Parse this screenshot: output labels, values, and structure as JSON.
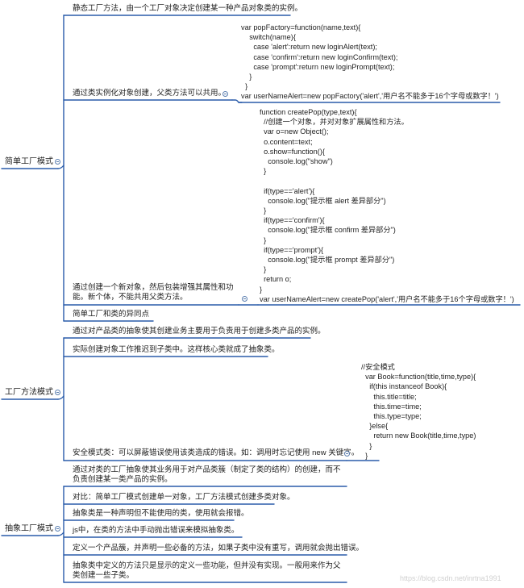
{
  "roots": {
    "simple": "简单工厂模式",
    "method": "工厂方法模式",
    "abstract": "抽象工厂模式"
  },
  "simple": {
    "n1": "静态工厂方法，由一个工厂对象决定创建某一种产品对象类的实例。",
    "n2": "通过类实例化对象创建，父类方法可以共用。",
    "n2_code": "var popFactory=function(name,text){\n    switch(name){\n      case 'alert':return new loginAlert(text);\n      case 'confirm':return new loginConfirm(text);\n      case 'prompt':return new loginPrompt(text);\n    }\n  }\nvar userNameAlert=new popFactory('alert','用户名不能多于16个字母或数字！')",
    "n3": "通过创建一个新对象，然后包装增强其属性和功能。新个体，不能共用父类方法。",
    "n3_code": "function createPop(type,text){\n  //创建一个对象，并对对象扩展属性和方法。\n  var o=new Object();\n  o.content=text;\n  o.show=function(){\n    console.log(\"show\")\n  }\n\n  if(type=='alert'){\n    console.log(\"提示框 alert 差异部分\")\n  }\n  if(type=='confirm'){\n    console.log(\"提示框 confirm 差异部分\")\n  }\n  if(type=='prompt'){\n    console.log(\"提示框 prompt 差异部分\")\n  }\n  return o;\n}\nvar userNameAlert=new createPop('alert','用户名不能多于16个字母或数字！')",
    "n4": "简单工厂和类的异同点"
  },
  "method": {
    "n1": "通过对产品类的抽象使其创建业务主要用于负责用于创建多类产品的实例。",
    "n2": "实际创建对象工作推迟到子类中。这样核心类就成了抽象类。",
    "n3": "安全模式类：可以屏蔽错误使用该类造成的错误。如：调用时忘记使用 new 关键字。",
    "n3_code": "//安全模式\n  var Book=function(title,time,type){\n    if(this instanceof Book){\n      this.title=title;\n      this.time=time;\n      this.type=type;\n    }else{\n      return new Book(title,time,type)\n    }\n  }"
  },
  "abstract": {
    "n1": "通过对类的工厂抽象使其业务用于对产品类簇（制定了类的结构）的创建，而不负责创建某一类产品的实例。",
    "n2": "对比：简单工厂模式创建单一对象，工厂方法模式创建多类对象。",
    "n3": "抽象类是一种声明但不能使用的类，使用就会报错。",
    "n4": "js中，在类的方法中手动抛出错误来模拟抽象类。",
    "n5": "定义一个产品簇，并声明一些必备的方法，如果子类中没有重写，调用就会抛出错误。",
    "n6": "抽象类中定义的方法只是显示的定义一些功能，但并没有实现。一般用来作为父类创建一些子类。"
  },
  "watermark": "https://blog.csdn.net/inrtna1991",
  "colors": {
    "line": "#2a5caa",
    "toggle": "#5b7fb0",
    "text": "#222222"
  }
}
